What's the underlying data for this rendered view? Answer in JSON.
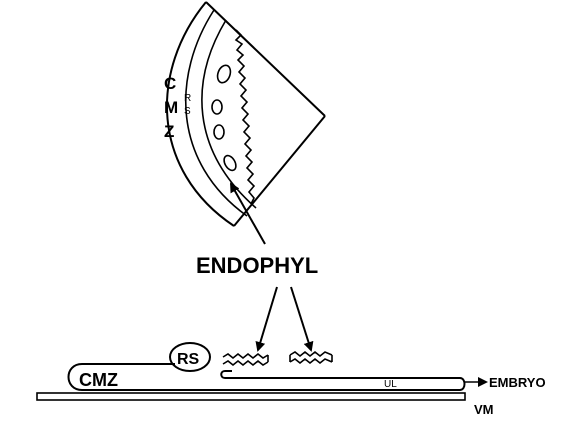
{
  "top_view": {
    "cmz_letters": [
      "C",
      "M",
      "Z"
    ],
    "rs_letters": [
      "R",
      "S"
    ]
  },
  "endophyl_label": "ENDOPHYL",
  "side_view": {
    "cmz_label": "CMZ",
    "rs_label": "RS",
    "ul_label": "UL",
    "embryo_label": "EMBRYO",
    "vm_label": "VM"
  }
}
